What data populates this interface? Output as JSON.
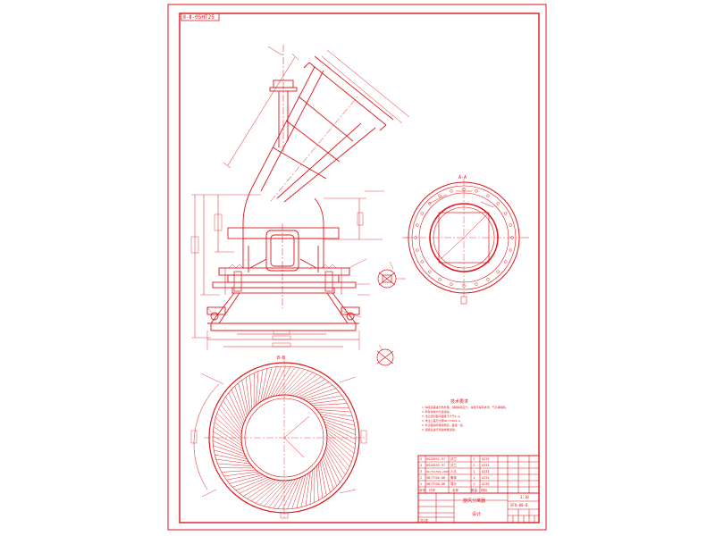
{
  "drawing": {
    "code_label": "Ⅱ-Ⅱ-05HT25",
    "section_label": "A-A",
    "view_label": "B-B",
    "notes_title": "技术要求",
    "notes": [
      "1.焊接后需进行热处理，消除焊接应力，焊缝不得有夹渣、气孔等缺陷。",
      "2.所有焊缝均为连续焊。",
      "3.法兰密封面平面度不大于0.2。",
      "4.未注公差尺寸按GB/T1804-m。",
      "5.外表面涂防锈漆两道，面漆一道。",
      "6.组装后进行煤油渗漏试验。"
    ],
    "bom_rows": [
      [
        "5",
        "HG20592-97",
        "法兰",
        "1",
        "Q235"
      ],
      [
        "4",
        "HG20593-97",
        "法兰",
        "2",
        "Q235"
      ],
      [
        "3",
        "HG/T21519-2005",
        "人孔",
        "1",
        "Q235"
      ],
      [
        "2",
        "GB/T700-88",
        "筒体",
        "1",
        "Q235"
      ],
      [
        "1",
        "GB/T700-88",
        "弯头",
        "1",
        "Q235"
      ]
    ],
    "bom_header": [
      "序号",
      "代号",
      "名称",
      "数量",
      "材料"
    ],
    "title_name": "旋风分离器",
    "drawing_no": "XFQ-00-0",
    "scale_label": "1:10",
    "sheet_label": "共1张",
    "company": "设计"
  }
}
